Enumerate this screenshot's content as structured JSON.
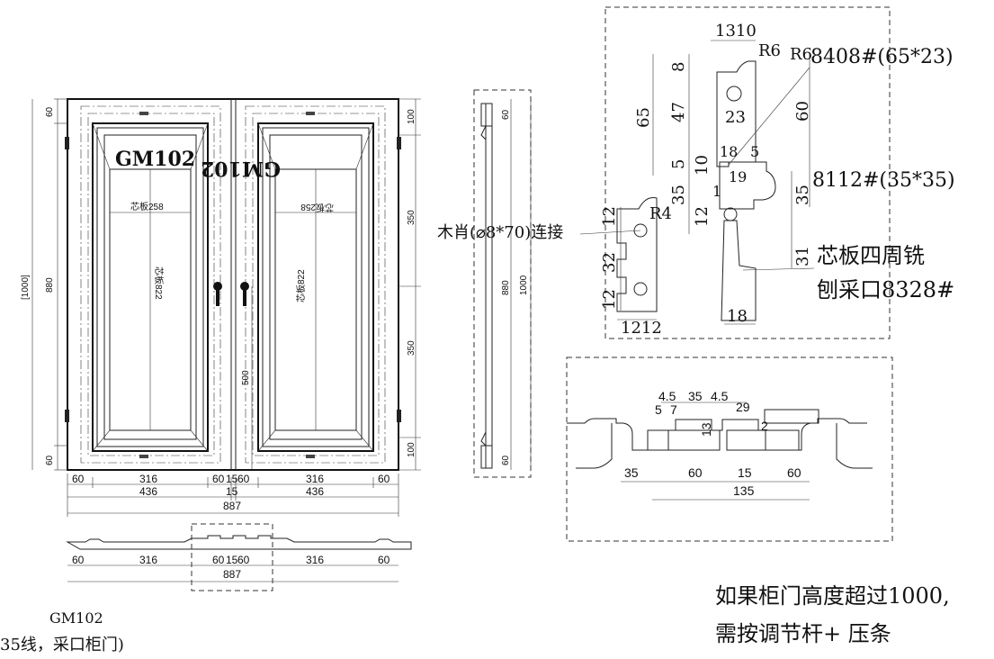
{
  "door": {
    "model_left": "GM102",
    "model_right": "GM102",
    "panel_width_label": "芯板258",
    "panel_height_label": "芯板822",
    "dims_top_right": [
      "100"
    ],
    "dims_right": [
      "350",
      "350",
      "100"
    ],
    "dims_left": [
      "60",
      "880",
      "60"
    ],
    "dim_left_total": "[1000]",
    "dim_mid_500": "500",
    "bottom_row1": [
      "60",
      "316",
      "60",
      "15",
      "60",
      "316",
      "60"
    ],
    "bottom_row2": [
      "436",
      "15",
      "436"
    ],
    "bottom_total": "887"
  },
  "side_view": {
    "dim_top": "60",
    "dim_mid": "880",
    "dim_total": "1000",
    "dim_bottom": "60"
  },
  "section_bottom": {
    "dims": [
      "60",
      "316",
      "60",
      "15",
      "60",
      "316",
      "60"
    ],
    "total": "887"
  },
  "caption": {
    "model": "GM102",
    "note": "35线，采口柜门)"
  },
  "profile_detail": {
    "dim_1310": "1310",
    "r6a": "R6",
    "r6b": "R6",
    "spec1": "8408#(65*23)",
    "spec2": "8112#(35*35)",
    "d8": "8",
    "d65": "65",
    "d47": "47",
    "d23": "23",
    "d60": "60",
    "d5": "5",
    "d10": "10",
    "d18_5a": "18",
    "d18_5b": "5",
    "d19": "19",
    "d1": "1",
    "d35a": "35",
    "d35b": "35",
    "d12a": "12",
    "d12b": "12",
    "r4": "R4",
    "d32": "32",
    "d12c": "12",
    "d1212": "1212",
    "d31": "31",
    "d18": "18",
    "dowel_note": "木肖(⌀8*70)连接",
    "panel_note_1": "芯板四周铣",
    "panel_note_2": "刨采口8328#"
  },
  "section_detail": {
    "d45a": "4.5",
    "d35": "35",
    "d45b": "4.5",
    "d5": "5",
    "d7": "7",
    "d29": "29",
    "d13": "13",
    "d2": "2",
    "d35b": "35",
    "d60a": "60",
    "d15": "15",
    "d60b": "60",
    "d135": "135"
  },
  "footer_note": {
    "line1": "如果柜门高度超过1000,",
    "line2": "需按调节杆+ 压条"
  }
}
